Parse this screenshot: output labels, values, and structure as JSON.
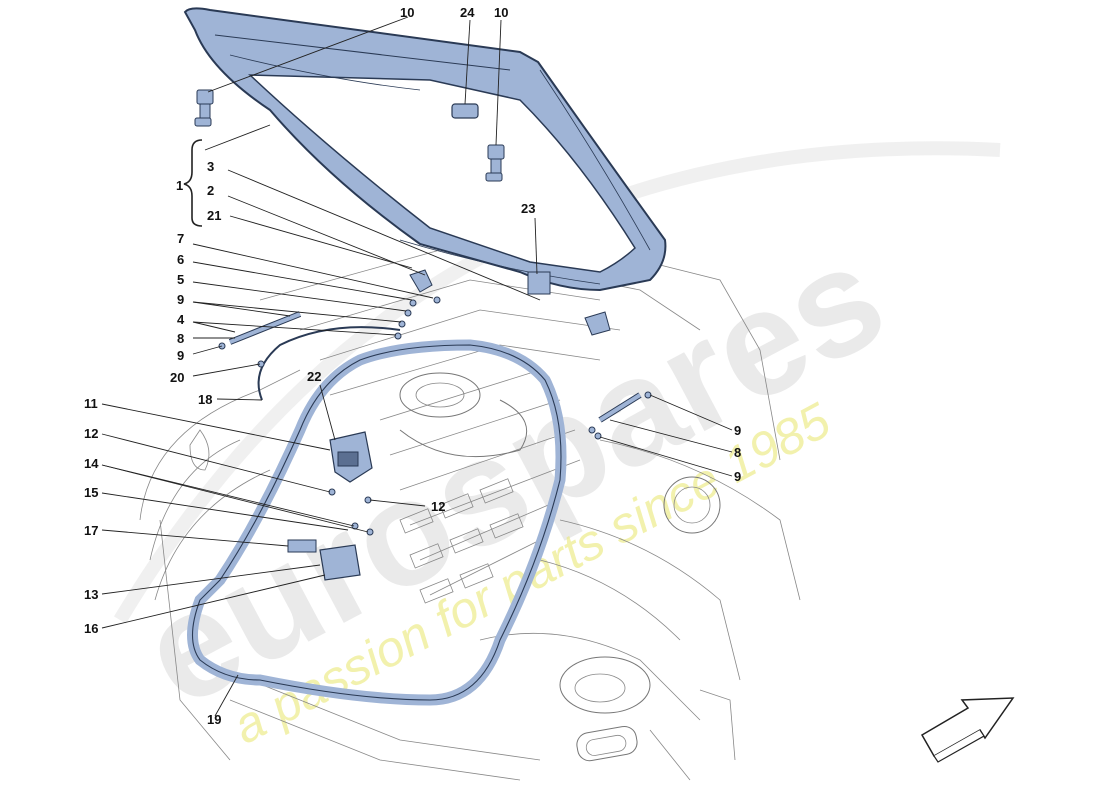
{
  "watermark": {
    "brand": "eurospares",
    "tagline": "a passion for parts since 1985",
    "colors": {
      "brand": "#d9d9d9",
      "tagline": "#e8e66a"
    }
  },
  "diagram": {
    "type": "exploded-parts-diagram",
    "accent_color": "#9fb4d6",
    "outline_color": "#2a3a55",
    "callouts": [
      {
        "id": "10a",
        "label": "10"
      },
      {
        "id": "24",
        "label": "24"
      },
      {
        "id": "10b",
        "label": "10"
      },
      {
        "id": "1",
        "label": "1"
      },
      {
        "id": "3",
        "label": "3"
      },
      {
        "id": "2",
        "label": "2"
      },
      {
        "id": "21",
        "label": "21"
      },
      {
        "id": "23",
        "label": "23"
      },
      {
        "id": "7",
        "label": "7"
      },
      {
        "id": "6",
        "label": "6"
      },
      {
        "id": "5",
        "label": "5"
      },
      {
        "id": "9a",
        "label": "9"
      },
      {
        "id": "4",
        "label": "4"
      },
      {
        "id": "8a",
        "label": "8"
      },
      {
        "id": "9b",
        "label": "9"
      },
      {
        "id": "20",
        "label": "20"
      },
      {
        "id": "22",
        "label": "22"
      },
      {
        "id": "18",
        "label": "18"
      },
      {
        "id": "11",
        "label": "11"
      },
      {
        "id": "12a",
        "label": "12"
      },
      {
        "id": "12b",
        "label": "12"
      },
      {
        "id": "14",
        "label": "14"
      },
      {
        "id": "15",
        "label": "15"
      },
      {
        "id": "17",
        "label": "17"
      },
      {
        "id": "13",
        "label": "13"
      },
      {
        "id": "16",
        "label": "16"
      },
      {
        "id": "19",
        "label": "19"
      },
      {
        "id": "9c",
        "label": "9"
      },
      {
        "id": "8b",
        "label": "8"
      },
      {
        "id": "9d",
        "label": "9"
      }
    ],
    "direction_arrow": "front-direction-arrow"
  }
}
